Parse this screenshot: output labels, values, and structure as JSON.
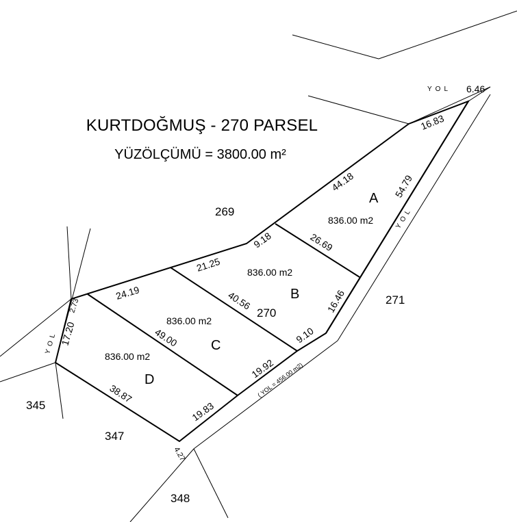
{
  "title": "KURTDOĞMUŞ - 270 PARSEL",
  "subtitle": "YÜZÖLÇÜMÜ = 3800.00 m²",
  "parcel_numbers": {
    "p269": "269",
    "p270": "270",
    "p271": "271",
    "p345": "345",
    "p347": "347",
    "p348": "348"
  },
  "lots": {
    "A": {
      "letter": "A",
      "area": "836.00 m2"
    },
    "B": {
      "letter": "B",
      "area": "836.00 m2"
    },
    "C": {
      "letter": "C",
      "area": "836.00 m2"
    },
    "D": {
      "letter": "D",
      "area": "836.00 m2"
    }
  },
  "dimensions": {
    "d646": "6.46",
    "d1683": "16.83",
    "d4418": "44.18",
    "d5479": "54.79",
    "d2669": "26.69",
    "d918": "9.18",
    "d2125": "21.25",
    "d4056": "40.56",
    "d1646": "16.46",
    "d910": "9.10",
    "d2419": "24.19",
    "d273": "2.73",
    "d1720": "17.20",
    "d4900": "49.00",
    "d1992": "19.92",
    "d3887": "38.87",
    "d1983": "19.83",
    "d427": "4.27"
  },
  "road": {
    "yol": "YOL",
    "road_area": "( YOL = 456.00 m2)"
  }
}
